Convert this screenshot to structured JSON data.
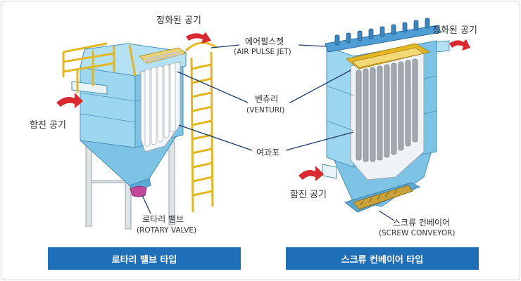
{
  "left_unit": {
    "clean_air": "정화된 공기",
    "dirty_air": "함진 공기",
    "rotary_valve_ko": "로타리 밸브",
    "rotary_valve_en": "(ROTARY VALVE)",
    "caption": "로타리 밸브 타입"
  },
  "center_labels": {
    "air_pulse_jet_ko": "에어펄스젯",
    "air_pulse_jet_en": "(AIR PULSE JET)",
    "venturi_ko": "벤츄리",
    "venturi_en": "(VENTURI)",
    "filter_cloth": "여과포"
  },
  "right_unit": {
    "clean_air": "정화된 공기",
    "dirty_air": "함진 공기",
    "screw_conveyor_ko": "스크류 컨베이어",
    "screw_conveyor_en": "(SCREW CONVEYOR)",
    "caption": "스크류 컨베이어 타입"
  },
  "colors": {
    "caption_bg": "#1f6fb8",
    "housing": "#8fd0ec",
    "rail": "#e3b722",
    "arrow": "#d9292f",
    "valve": "#c0479a",
    "filter": "#a3a8ae",
    "callout": "#1f3d6b"
  }
}
